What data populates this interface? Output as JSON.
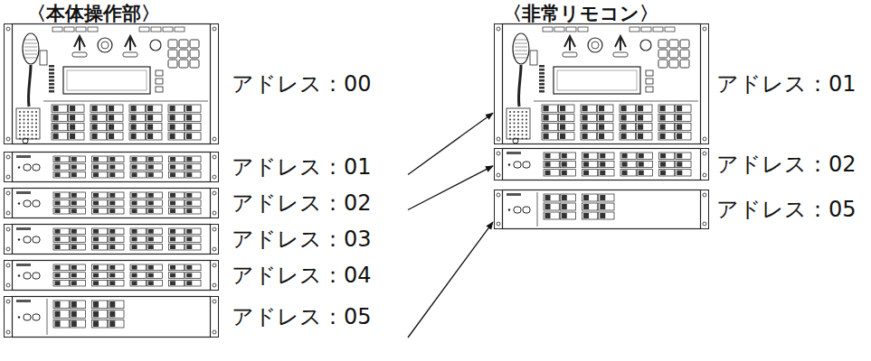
{
  "diagram": {
    "nodes": [
      {
        "text": [
          "アドレス：00"
        ]
      },
      {
        "text": [
          "アドレス：01"
        ]
      },
      {
        "text": [
          "アドレス：02"
        ]
      },
      {
        "text": [
          "アドレス：03"
        ]
      },
      {
        "text": [
          "アドレス：04"
        ]
      },
      {
        "text": [
          "アドレス：05"
        ]
      },
      {
        "text": [
          "アドレス：01"
        ]
      },
      {
        "text": [
          "アドレス：02"
        ]
      },
      {
        "text": [
          "アドレス：05"
        ]
      }
    ],
    "edges": [
      {
        "from": 1,
        "to": 6,
        "arrow": "to"
      },
      {
        "from": 2,
        "to": 7,
        "arrow": "to"
      },
      {
        "from": 5,
        "to": 8,
        "arrow": "to"
      }
    ],
    "labels": [
      "〈本体操作部〉",
      "〈非常リモコン〉"
    ]
  }
}
